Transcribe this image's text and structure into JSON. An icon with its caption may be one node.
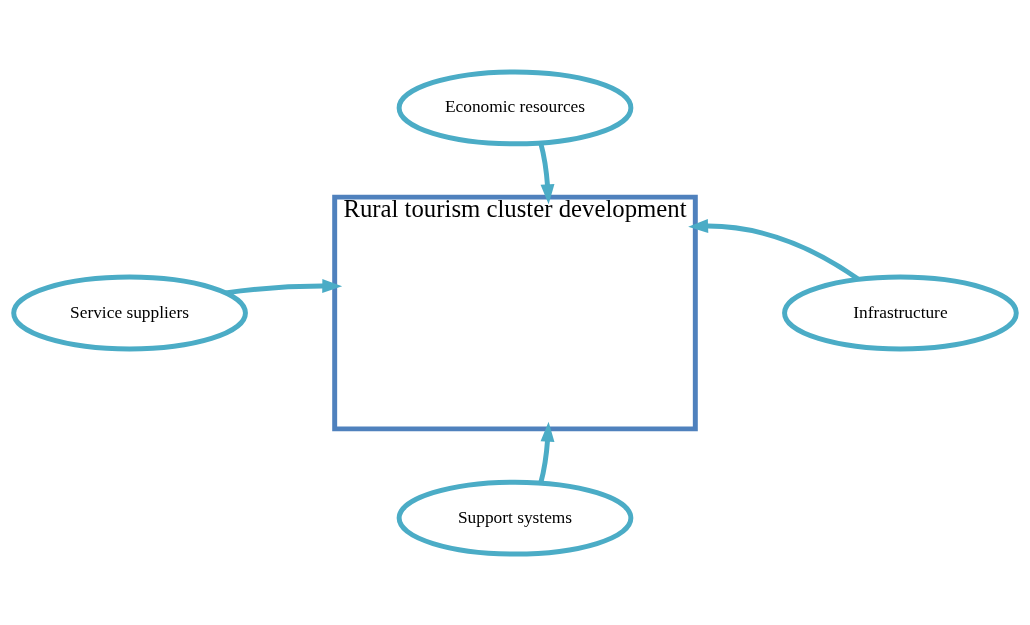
{
  "diagram": {
    "nodes": [
      {
        "text": [
          "Economic resources"
        ]
      },
      {
        "text": [
          "Service suppliers"
        ]
      },
      {
        "text": [
          "Rural tourism cluster development"
        ]
      },
      {
        "text": [
          "Infrastructure"
        ]
      },
      {
        "text": [
          "Support systems"
        ]
      }
    ],
    "edges": [
      {
        "from": 0,
        "to": 2,
        "arrow": "to"
      },
      {
        "from": 1,
        "to": 2,
        "arrow": "to"
      },
      {
        "from": 3,
        "to": 2,
        "arrow": "to"
      },
      {
        "from": 4,
        "to": 2,
        "arrow": "to"
      }
    ]
  }
}
